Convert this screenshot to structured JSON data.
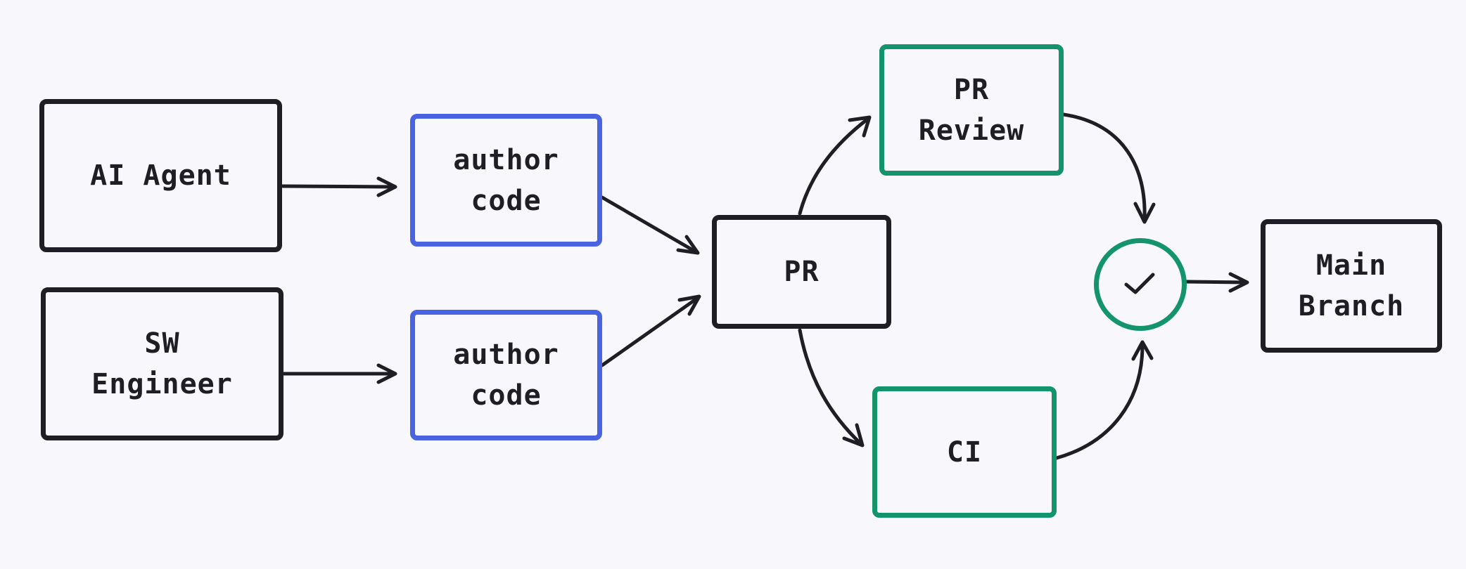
{
  "nodes": {
    "ai_agent": "AI Agent",
    "sw_engineer": "SW\nEngineer",
    "author_code_top": "author\ncode",
    "author_code_bottom": "author\ncode",
    "pr": "PR",
    "pr_review": "PR\nReview",
    "ci": "CI",
    "main_branch": "Main\nBranch"
  },
  "colors": {
    "stroke": "#1e1e24",
    "blue": "#4a63e0",
    "green": "#13946b",
    "background": "#f8f8fc"
  },
  "icons": {
    "merge_gate": "check-icon"
  }
}
